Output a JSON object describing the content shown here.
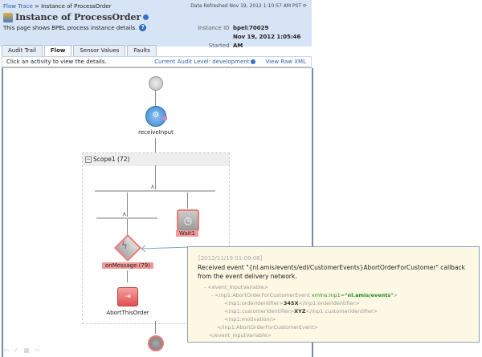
{
  "breadcrumb": {
    "root": "Flow Trace",
    "sep": ">",
    "current": "Instance of ProcessOrder"
  },
  "title": "Instance of ProcessOrder",
  "subtitle": "This page shows BPEL process instance details.",
  "refreshed": "Data Refreshed Nov 19, 2012 1:10:57 AM PST",
  "instance_id_label": "Instance ID",
  "instance_id": "bpel:70029",
  "started_label": "Started",
  "started": "Nov 19, 2012 1:05:46 AM",
  "tabs": [
    "Audit Trail",
    "Flow",
    "Sensor Values",
    "Faults"
  ],
  "info": {
    "hint": "Click an activity to view the details.",
    "audit_level": "Current Audit Level: development",
    "raw_xml": "View Raw XML"
  },
  "flow": {
    "receive": "receiveInput",
    "scope": "Scope1 (72)",
    "wait": "Wait1",
    "on_message": "onMessage (79)",
    "abort": "AbortThisOrder"
  },
  "tooltip": {
    "time": "[2012/11/19 01:09:08]",
    "message": "Received event \"{nl.amis/events/edl/CustomerEvents}AbortOrderForCustomer\" callback from the event delivery network.",
    "xml": [
      "- <event_InputVariable>",
      "- <inp1:AbortOrderForCustomerEvent ",
      "xmlns:inp1=",
      "\"nl.amis/events\"",
      ">",
      "<inp1:orderIdentifier>",
      "345X",
      "</inp1:orderIdentifier>",
      "<inp1:customerIdentifier>",
      "XYZ",
      "</inp1:customerIdentifier>",
      "<inp1:motivation/>",
      "</inp1:AbortOrderForCustomerEvent>",
      "</event_InputVariable>"
    ]
  }
}
